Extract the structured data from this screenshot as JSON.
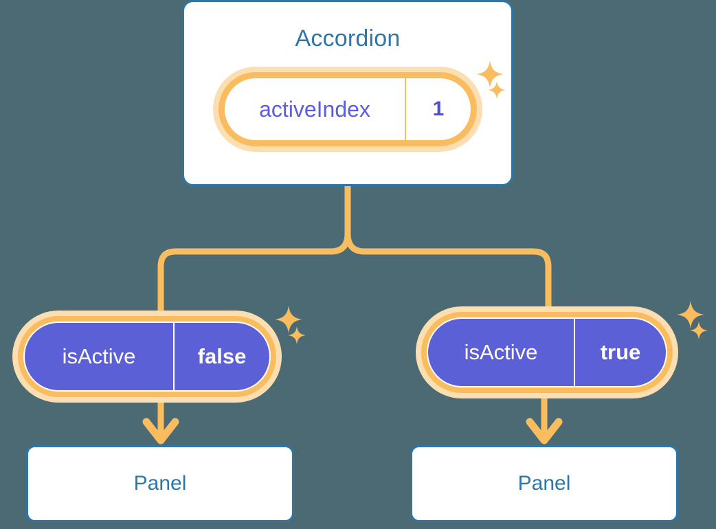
{
  "theme": {
    "background": "#4c6a73",
    "card_border": "#2f76a8",
    "card_title_text": "#2f76a8",
    "card_fill": "#ffffff",
    "pill_ring": "#f9bd5f",
    "pill_glow": "#fbdfb2",
    "pill_purple_fill": "#5c60d6",
    "state_text_purple": "#5b5ce0",
    "state_text_white": "#ffffff",
    "connector": "#f9bd5f",
    "sparkle": "#f9bd5f"
  },
  "diagram": {
    "title": "Accordion",
    "root": {
      "name": "root-component",
      "label": "Accordion",
      "state": {
        "key": "activeIndex",
        "value": "1"
      }
    },
    "children": [
      {
        "name": "branch-left",
        "state": {
          "key": "isActive",
          "value": "false"
        },
        "child_label": "Panel"
      },
      {
        "name": "branch-right",
        "state": {
          "key": "isActive",
          "value": "true"
        },
        "child_label": "Panel"
      }
    ],
    "icons": {
      "sparkle": "sparkle-icon",
      "arrow_down": "arrow-down-icon",
      "branch": "branch-connector-icon"
    }
  }
}
